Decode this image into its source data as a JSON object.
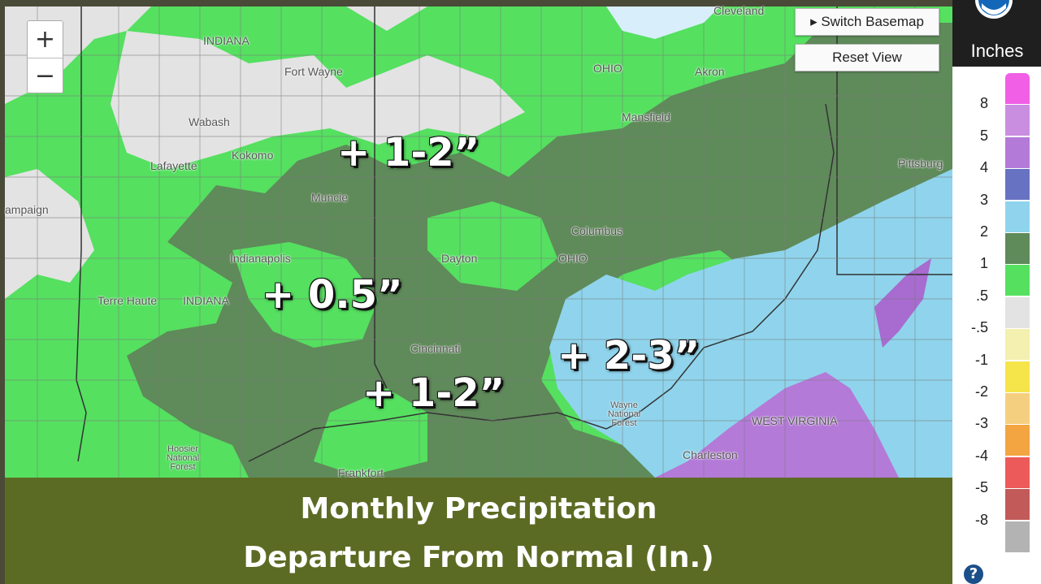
{
  "map": {
    "controls": {
      "zoom_in": "+",
      "zoom_out": "−",
      "switch_basemap": "▸ Switch Basemap",
      "reset_view": "Reset View"
    },
    "places": [
      {
        "name": "INDIANA"
      },
      {
        "name": "Fort Wayne"
      },
      {
        "name": "Akron"
      },
      {
        "name": "Cleveland"
      },
      {
        "name": "Wabash"
      },
      {
        "name": "Mansfield"
      },
      {
        "name": "OHIO"
      },
      {
        "name": "Kokomo"
      },
      {
        "name": "Lafayette"
      },
      {
        "name": "Pittsburg"
      },
      {
        "name": "Muncie"
      },
      {
        "name": "ampaign"
      },
      {
        "name": "Columbus"
      },
      {
        "name": "Indianapolis"
      },
      {
        "name": "Dayton"
      },
      {
        "name": "OHIO"
      },
      {
        "name": "Terre Haute"
      },
      {
        "name": "INDIANA"
      },
      {
        "name": "Cincinnati"
      },
      {
        "name": "Wayne National Forest"
      },
      {
        "name": "WEST VIRGINIA"
      },
      {
        "name": "Hoosier National Forest"
      },
      {
        "name": "Charleston"
      },
      {
        "name": "Frankfort"
      }
    ],
    "annotations": [
      "+ 1-2”",
      "+ 0.5”",
      "+ 2-3”",
      "+ 1-2”"
    ]
  },
  "title": {
    "line1": "Monthly Precipitation",
    "line2": "Departure From Normal (In.)"
  },
  "legend": {
    "unit": "Inches",
    "items": [
      {
        "label": "8",
        "color": "#f05fe6"
      },
      {
        "label": "5",
        "color": "#c98ee0"
      },
      {
        "label": "4",
        "color": "#b47ad8"
      },
      {
        "label": "3",
        "color": "#6872c2"
      },
      {
        "label": "2",
        "color": "#8fd4ec"
      },
      {
        "label": "1",
        "color": "#5f8a5a"
      },
      {
        "label": ".5",
        "color": "#55e060"
      },
      {
        "label": "-.5",
        "color": "#e3e3e3"
      },
      {
        "label": "-1",
        "color": "#f3f0b0"
      },
      {
        "label": "-2",
        "color": "#f5e44a"
      },
      {
        "label": "-3",
        "color": "#f5cf80"
      },
      {
        "label": "-4",
        "color": "#f2a540"
      },
      {
        "label": "-5",
        "color": "#ec5a5a"
      },
      {
        "label": "-8",
        "color": "#c25a5a"
      },
      {
        "label": "",
        "color": "#b3b3b3"
      }
    ]
  },
  "colors": {
    "title_bar": "#5c6b24",
    "light_green": "#55e060",
    "dark_green": "#5f8a5a",
    "light_blue": "#8fd4ec",
    "purple": "#b47ad8",
    "gray": "#e3e3e3"
  },
  "icons": {
    "logo": "noaa-logo",
    "help": "?"
  }
}
